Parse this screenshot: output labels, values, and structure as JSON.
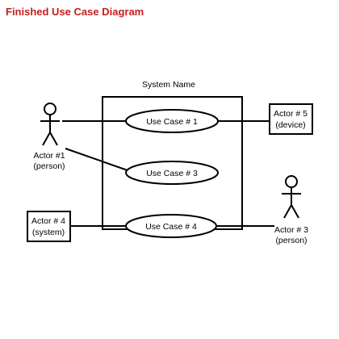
{
  "title": {
    "text": "Finished Use Case Diagram",
    "color": "#c41e1e"
  },
  "system": {
    "name": "System Name"
  },
  "use_cases": [
    {
      "id": "uc1",
      "label": "Use Case # 1"
    },
    {
      "id": "uc3",
      "label": "Use Case # 3"
    },
    {
      "id": "uc4",
      "label": "Use Case # 4"
    }
  ],
  "actors": [
    {
      "id": "actor1",
      "kind": "person",
      "name": "Actor #1",
      "role": "(person)"
    },
    {
      "id": "actor3",
      "kind": "person",
      "name": "Actor # 3",
      "role": "(person)"
    },
    {
      "id": "actor4",
      "kind": "box",
      "name": "Actor # 4",
      "role": "(system)"
    },
    {
      "id": "actor5",
      "kind": "box",
      "name": "Actor # 5",
      "role": "(device)"
    }
  ],
  "associations": [
    {
      "from": "actor1",
      "to": "uc1"
    },
    {
      "from": "actor1",
      "to": "uc3"
    },
    {
      "from": "uc1",
      "to": "actor5"
    },
    {
      "from": "actor4",
      "to": "uc4"
    },
    {
      "from": "uc4",
      "to": "actor3"
    }
  ],
  "colors": {
    "stroke": "#000000",
    "background": "#ffffff"
  }
}
